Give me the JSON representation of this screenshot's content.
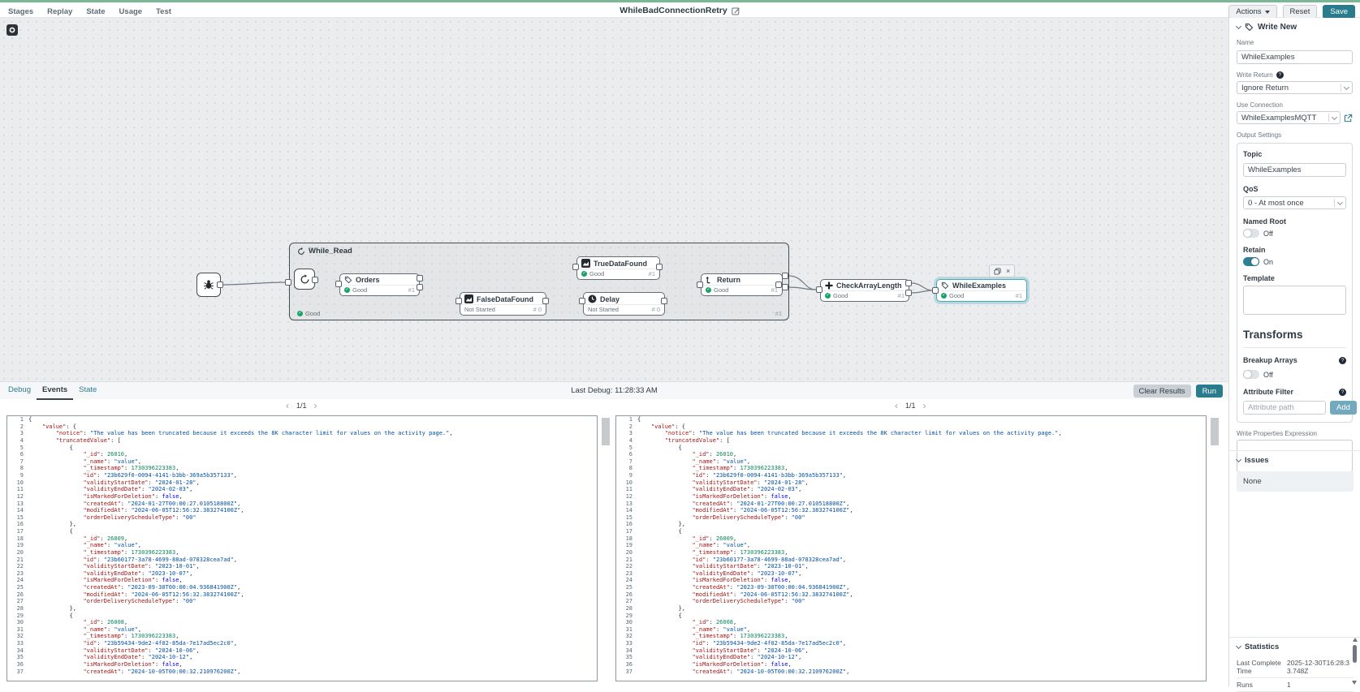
{
  "app": {
    "nav": [
      "Stages",
      "Replay",
      "State",
      "Usage",
      "Test"
    ],
    "title": "WhileBadConnectionRetry",
    "actions_button": "Actions",
    "reset_button": "Reset",
    "save_button": "Save"
  },
  "colors": {
    "accent_teal": "#2a7b8c",
    "topbar_green": "#7ab795",
    "selected_node_teal": "#49a8bd",
    "status_good_green": "#19a268",
    "add_button_teal": "#72a9bf"
  },
  "icons": [
    "bug-icon",
    "loop-icon",
    "tag-icon",
    "chart-icon",
    "clock-icon",
    "return-icon",
    "plus-icon",
    "edit-icon",
    "copy-icon",
    "close-icon",
    "question-icon",
    "external-link-icon",
    "chevron-down-icon"
  ],
  "flow": {
    "group": {
      "label": "While_Read",
      "status": "Good",
      "count": "#1"
    },
    "nodes": {
      "orders": {
        "label": "Orders",
        "status": "Good",
        "count": "#1"
      },
      "trueDataFound": {
        "label": "TrueDataFound",
        "status": "Good",
        "count": "#1"
      },
      "falseDataFound": {
        "label": "FalseDataFound",
        "status": "Not Started",
        "count": "# 0"
      },
      "delay": {
        "label": "Delay",
        "status": "Not Started",
        "count": "# 0"
      },
      "returnNode": {
        "label": "Return",
        "status": "Good",
        "count": "#1"
      },
      "checkArrayLength": {
        "label": "CheckArrayLength",
        "status": "Good",
        "count": "#1"
      },
      "whileExamples": {
        "label": "WhileExamples",
        "status": "Good",
        "count": "#1"
      }
    }
  },
  "panel": {
    "header_title": "Write New",
    "name": {
      "label": "Name",
      "value": "WhileExamples"
    },
    "write_return": {
      "label": "Write Return",
      "value": "Ignore Return"
    },
    "use_connection": {
      "label": "Use Connection",
      "value": "WhileExamplesMQTT"
    },
    "output_settings_label": "Output Settings",
    "topic": {
      "label": "Topic",
      "value": "WhileExamples"
    },
    "qos": {
      "label": "QoS",
      "value": "0 - At most once"
    },
    "named_root": {
      "label": "Named Root",
      "value": "Off"
    },
    "retain": {
      "label": "Retain",
      "value": "On"
    },
    "template_label": "Template",
    "transforms_heading": "Transforms",
    "breakup_arrays": {
      "label": "Breakup Arrays",
      "value": "Off"
    },
    "attribute_filter": {
      "label": "Attribute Filter",
      "placeholder": "Attribute path",
      "add_button": "Add"
    },
    "write_properties_expression_label": "Write Properties Expression",
    "issues": {
      "label": "Issues",
      "value": "None"
    },
    "statistics": {
      "label": "Statistics",
      "rows": [
        {
          "label": "Last Complete Time",
          "value": "2025-12-30T16:28:33.748Z"
        },
        {
          "label": "Runs",
          "value": "1"
        }
      ]
    }
  },
  "debug": {
    "tabs": [
      {
        "label": "Debug",
        "active": false
      },
      {
        "label": "Events",
        "active": true
      },
      {
        "label": "State",
        "active": false
      }
    ],
    "last_debug": "Last Debug: 11:28:33 AM",
    "clear_button": "Clear Results",
    "run_button": "Run",
    "pagination": "1/1",
    "code_lines": [
      "{",
      "    \"value\": {",
      "        \"notice\": \"The value has been truncated because it exceeds the 8K character limit for values on the activity page.\",",
      "        \"truncatedValue\": [",
      "            {",
      "                \"_id\": 26010,",
      "                \"_name\": \"value\",",
      "                \"_timestamp\": 1730396223383,",
      "                \"id\": \"23b629f0-0094-4141-b3bb-369a5b357133\",",
      "                \"validityStartDate\": \"2024-01-28\",",
      "                \"validityEndDate\": \"2024-02-03\",",
      "                \"isMarkedForDeletion\": false,",
      "                \"createdAt\": \"2024-01-27T00:00:27.010518800Z\",",
      "                \"modifiedAt\": \"2024-06-05T12:56:32.383274100Z\",",
      "                \"orderDeliveryScheduleType\": \"00\"",
      "            },",
      "            {",
      "                \"_id\": 26009,",
      "                \"_name\": \"value\",",
      "                \"_timestamp\": 1730396223383,",
      "                \"id\": \"23b60177-3a78-4699-88ad-078328cea7ad\",",
      "                \"validityStartDate\": \"2023-10-01\",",
      "                \"validityEndDate\": \"2023-10-07\",",
      "                \"isMarkedForDeletion\": false,",
      "                \"createdAt\": \"2023-09-30T00:00:04.936841900Z\",",
      "                \"modifiedAt\": \"2024-06-05T12:56:32.383274100Z\",",
      "                \"orderDeliveryScheduleType\": \"00\"",
      "            },",
      "            {",
      "                \"_id\": 26008,",
      "                \"_name\": \"value\",",
      "                \"_timestamp\": 1730396223383,",
      "                \"id\": \"23b59434-9de2-4f02-85da-7e17ad5ec2c0\",",
      "                \"validityStartDate\": \"2024-10-06\",",
      "                \"validityEndDate\": \"2024-10-12\",",
      "                \"isMarkedForDeletion\": false,",
      "                \"createdAt\": \"2024-10-05T00:00:32.210976200Z\","
    ]
  }
}
